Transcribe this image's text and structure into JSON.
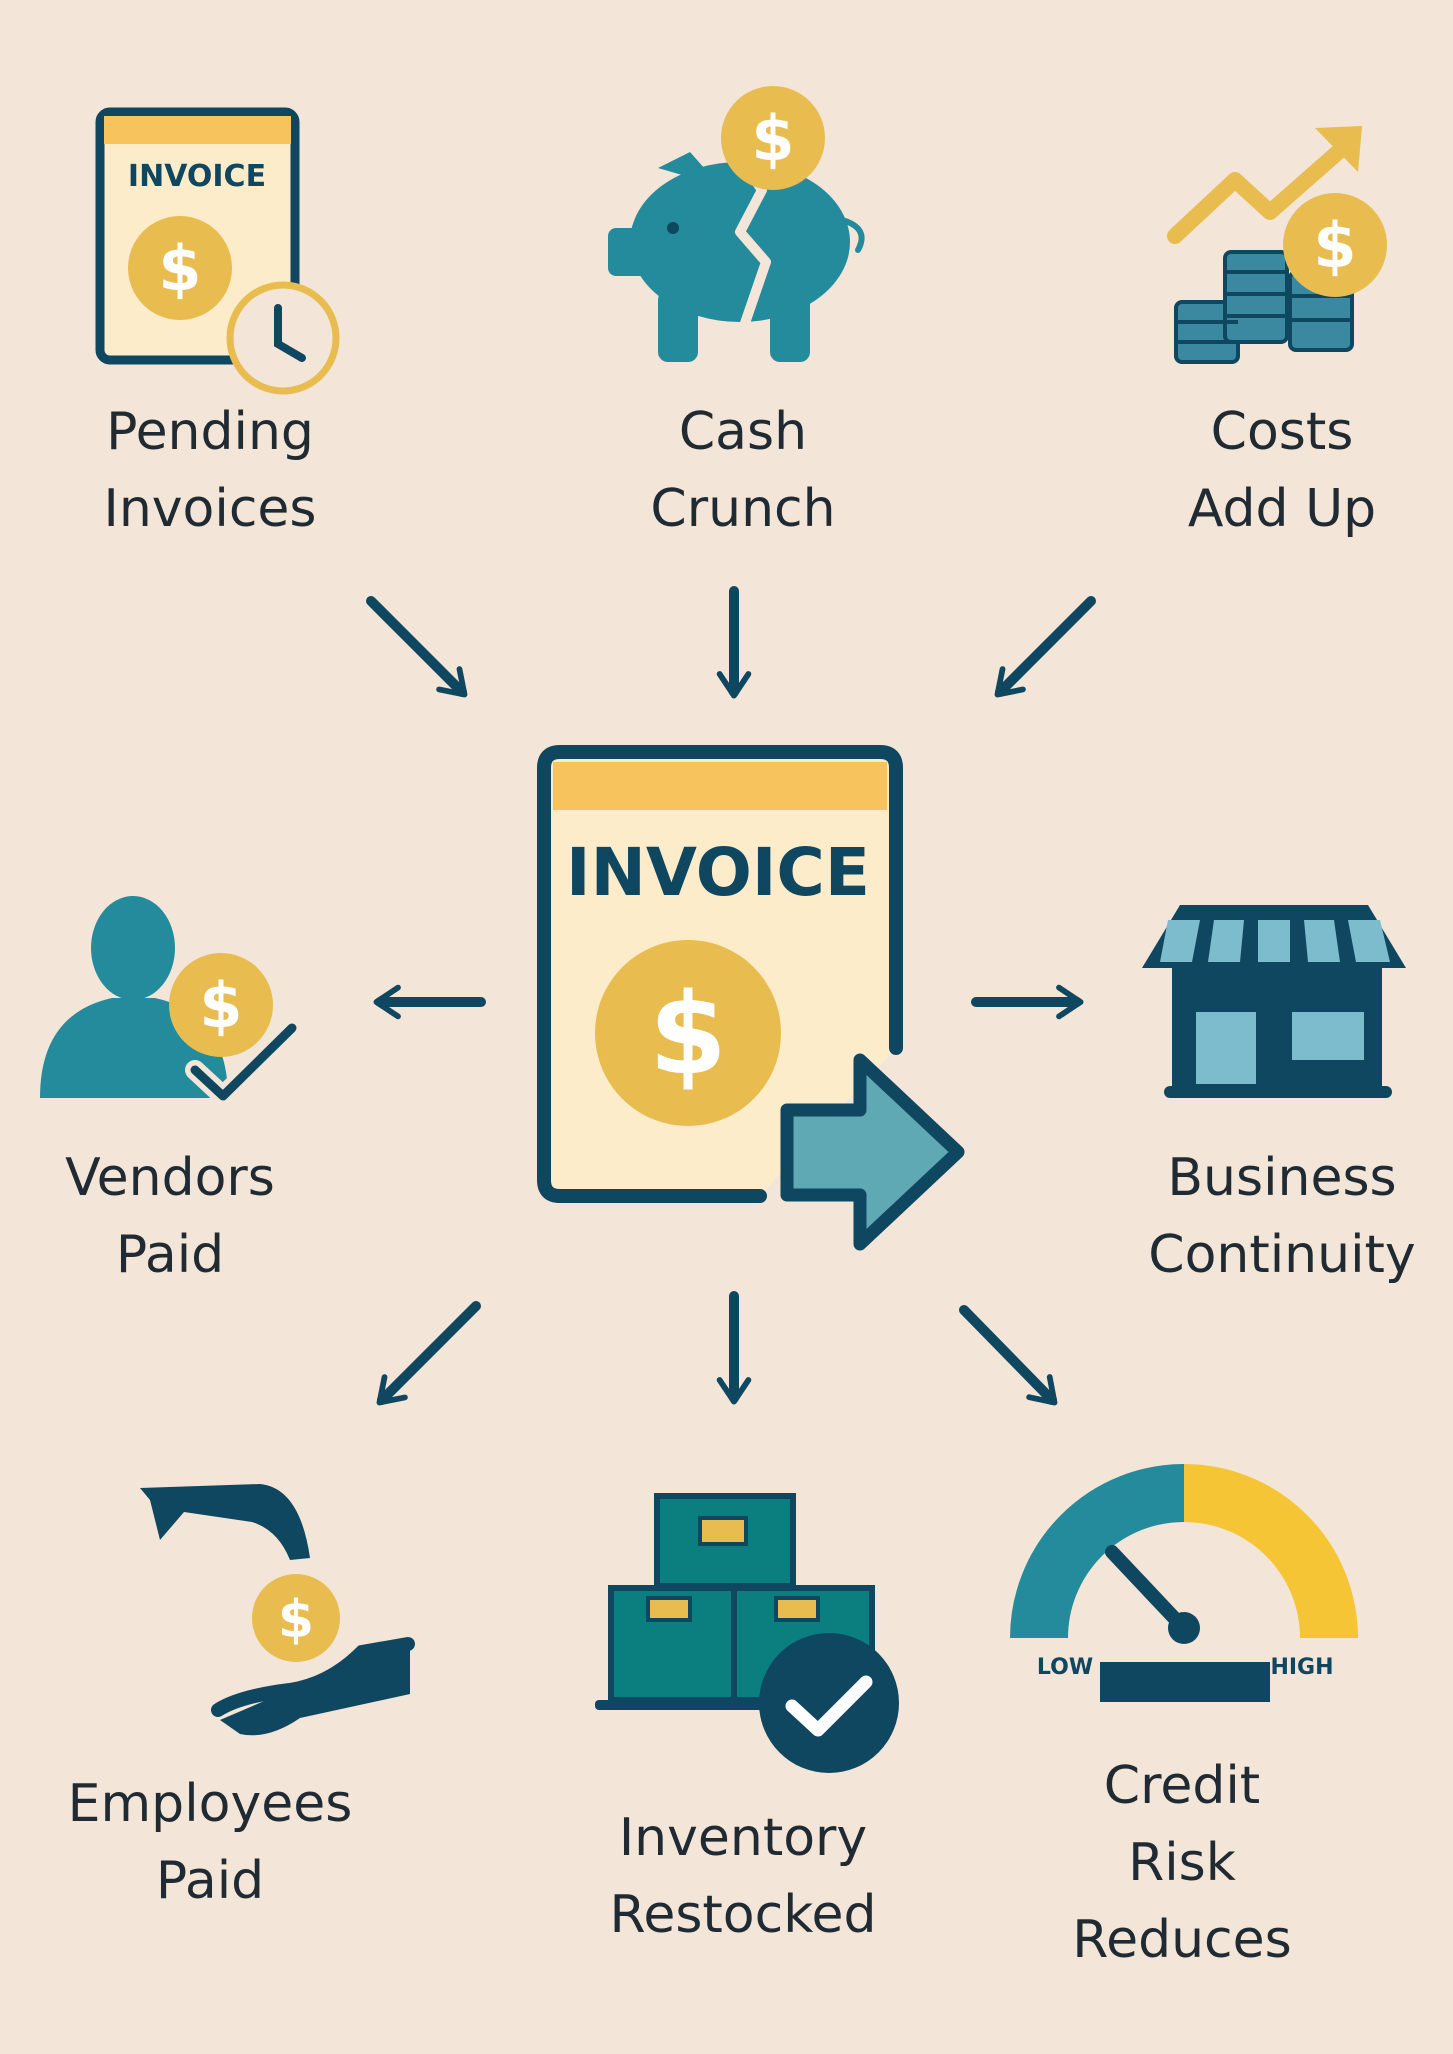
{
  "palette": {
    "background": "#f3e5d7",
    "navy": "#0f4660",
    "teal": "#238b9c",
    "gold": "#e8bc4e",
    "cream": "#fdecca",
    "light_teal": "#7dbccd",
    "text": "#1f2a33"
  },
  "center": {
    "name": "invoice-with-arrow-icon",
    "title": "INVOICE",
    "symbol": "$"
  },
  "causes": [
    {
      "icon": "pending-invoice-clock-icon",
      "icon_text": "INVOICE",
      "symbol": "$",
      "label_lines": [
        "Pending",
        "Invoices"
      ]
    },
    {
      "icon": "broken-piggy-bank-icon",
      "symbol": "$",
      "label_lines": [
        "Cash",
        "Crunch"
      ]
    },
    {
      "icon": "rising-costs-coins-icon",
      "symbol": "$",
      "label_lines": [
        "Costs",
        "Add Up"
      ]
    }
  ],
  "effects": [
    {
      "icon": "vendor-paid-person-icon",
      "symbol": "$",
      "label_lines": [
        "Vendors",
        "Paid"
      ]
    },
    {
      "icon": "storefront-icon",
      "label_lines": [
        "Business",
        "Continuity"
      ]
    },
    {
      "icon": "hands-coin-icon",
      "symbol": "$",
      "label_lines": [
        "Employees",
        "Paid"
      ]
    },
    {
      "icon": "boxes-checkmark-icon",
      "label_lines": [
        "Inventory",
        "Restocked"
      ]
    },
    {
      "icon": "credit-gauge-icon",
      "gauge_low": "LOW",
      "gauge_high": "HIGH",
      "label_lines": [
        "Credit",
        "Risk",
        "Reduces"
      ]
    }
  ]
}
